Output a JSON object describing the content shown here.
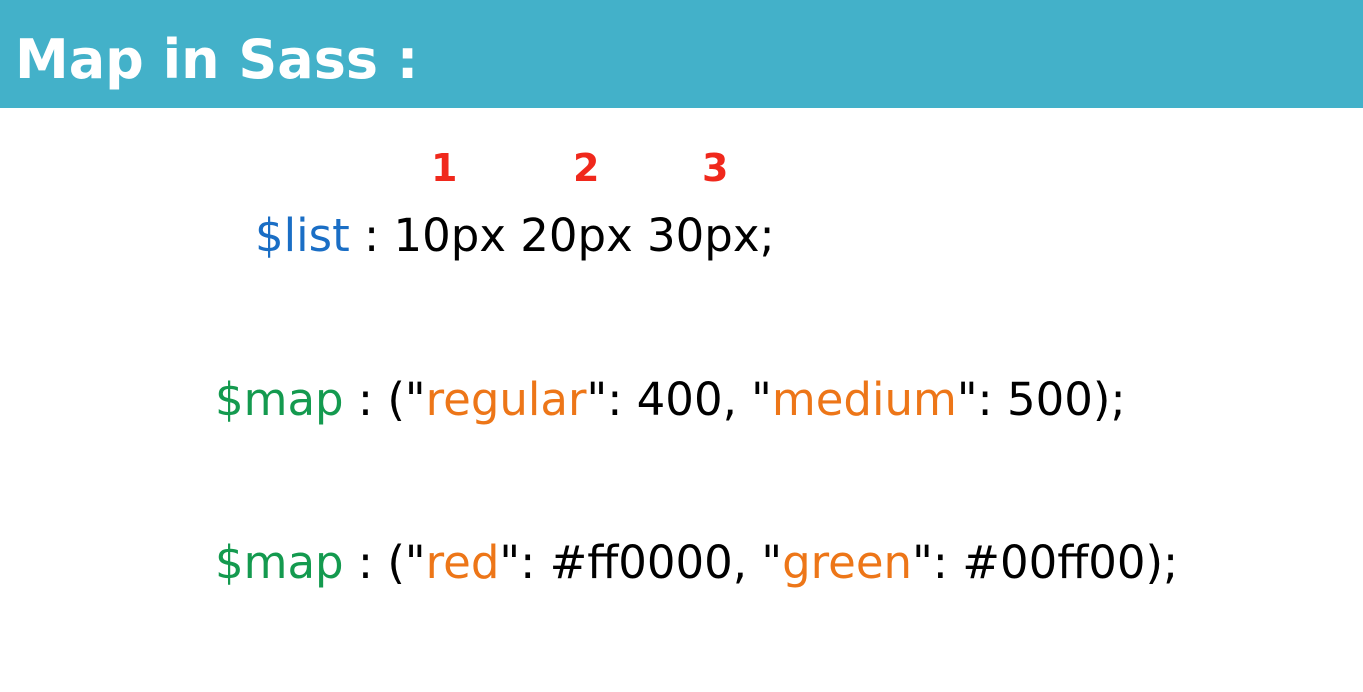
{
  "header": {
    "title": "Map in Sass :"
  },
  "colors": {
    "header_bg": "#43b1c9",
    "list_var": "#1a6ec5",
    "map_var": "#149a4f",
    "key_string": "#ed7618",
    "index_number": "#f0281c",
    "plain_text": "#000000"
  },
  "indices": [
    "1",
    "2",
    "3"
  ],
  "list_line": {
    "variable": "$list",
    "rest": " : 10px 20px 30px;"
  },
  "map_line_1": {
    "variable": "$map",
    "p1": " : (\"",
    "key1": "regular",
    "p2": "\": 400, \"",
    "key2": "medium",
    "p3": "\": 500);"
  },
  "map_line_2": {
    "variable": "$map",
    "p1": " : (\"",
    "key1": "red",
    "p2": "\": #ff0000, \"",
    "key2": "green",
    "p3": "\": #00ff00);"
  }
}
